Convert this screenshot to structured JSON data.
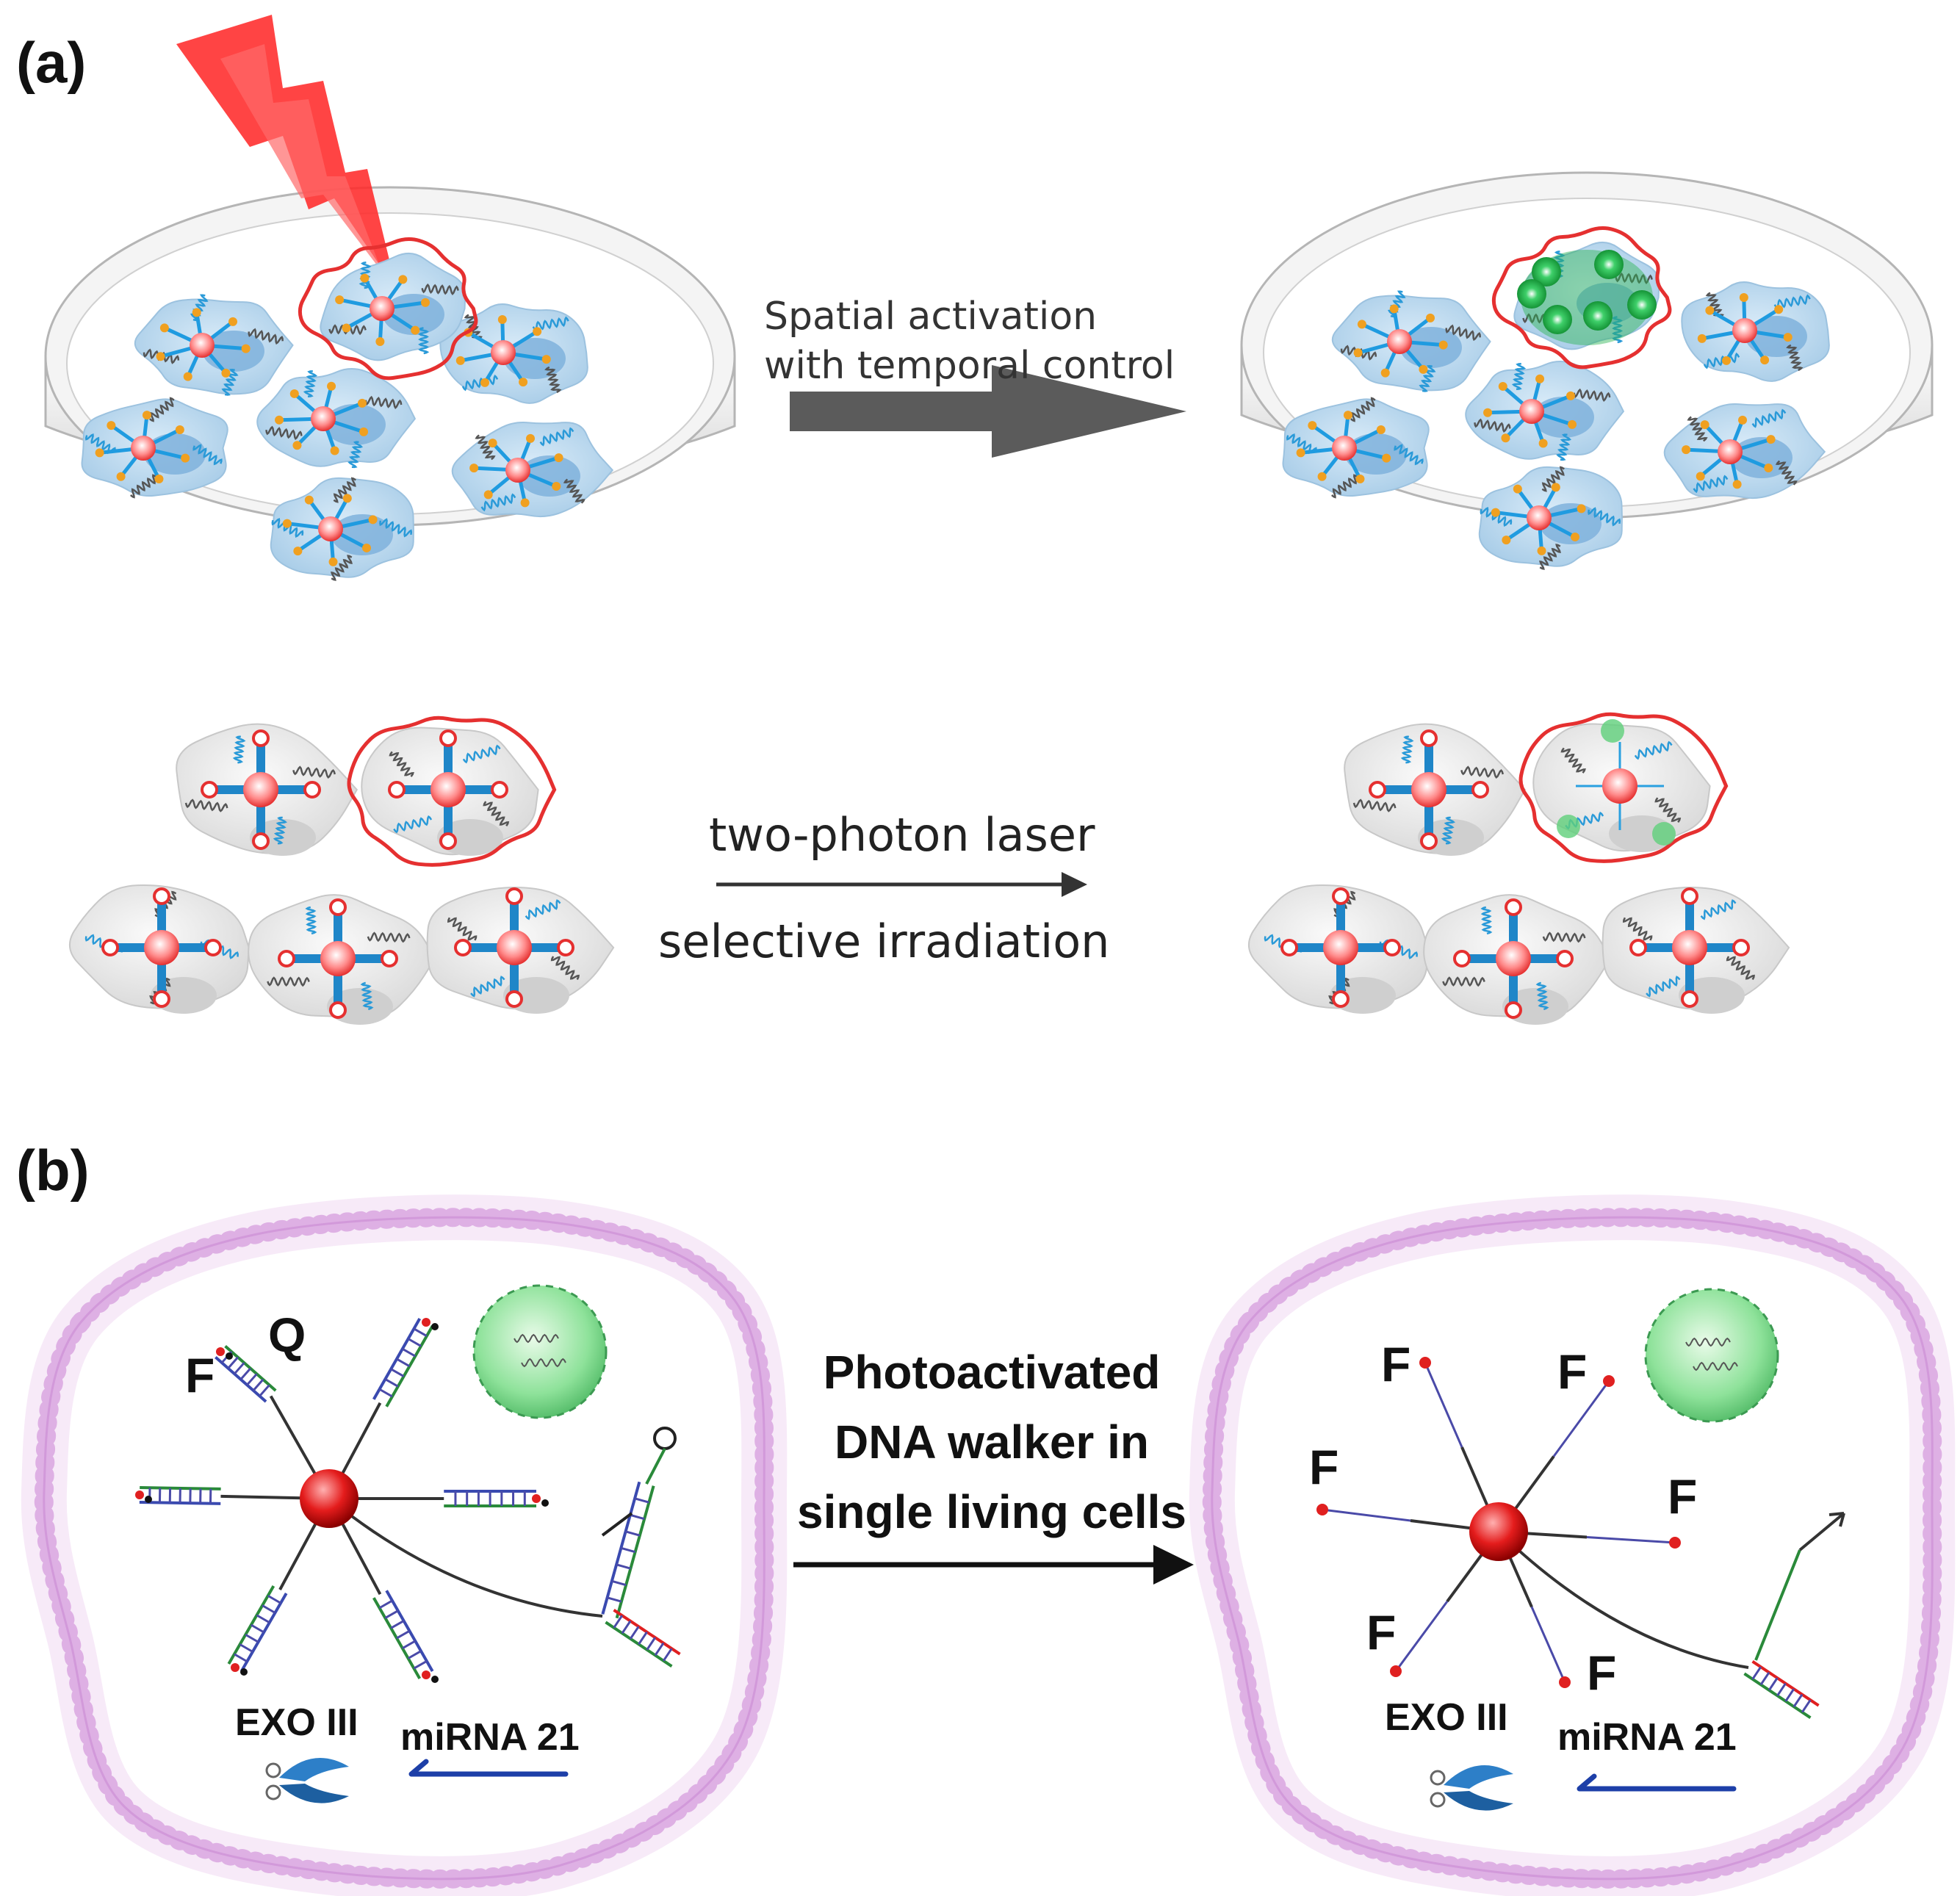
{
  "panels": {
    "a": {
      "letter": "(a)",
      "top_arrow_caption": [
        "Spatial activation",
        "with temporal control"
      ],
      "bottom_arrow_top_caption": "two-photon laser",
      "bottom_arrow_bottom_caption": "selective irradiation"
    },
    "b": {
      "letter": "(b)",
      "arrow_caption": [
        "Photoactivated",
        "DNA walker in",
        "single living cells"
      ],
      "left": {
        "fluor": "F",
        "quencher": "Q",
        "enzyme": "EXO III",
        "target": "miRNA 21"
      },
      "right": {
        "fluor": "F",
        "enzyme": "EXO III",
        "target": "miRNA 21"
      }
    }
  },
  "colors": {
    "laser": "#ff2020",
    "dish": "#f2f2f2",
    "cell_blue": "#b9d7ee",
    "cell_gray": "#e6e6e6",
    "selected_outline": "#e53030",
    "membrane": "#d9a6e0",
    "core_red": "#e02020",
    "glow_green": "#34c759",
    "arrow_gray": "#5b5b5b"
  }
}
